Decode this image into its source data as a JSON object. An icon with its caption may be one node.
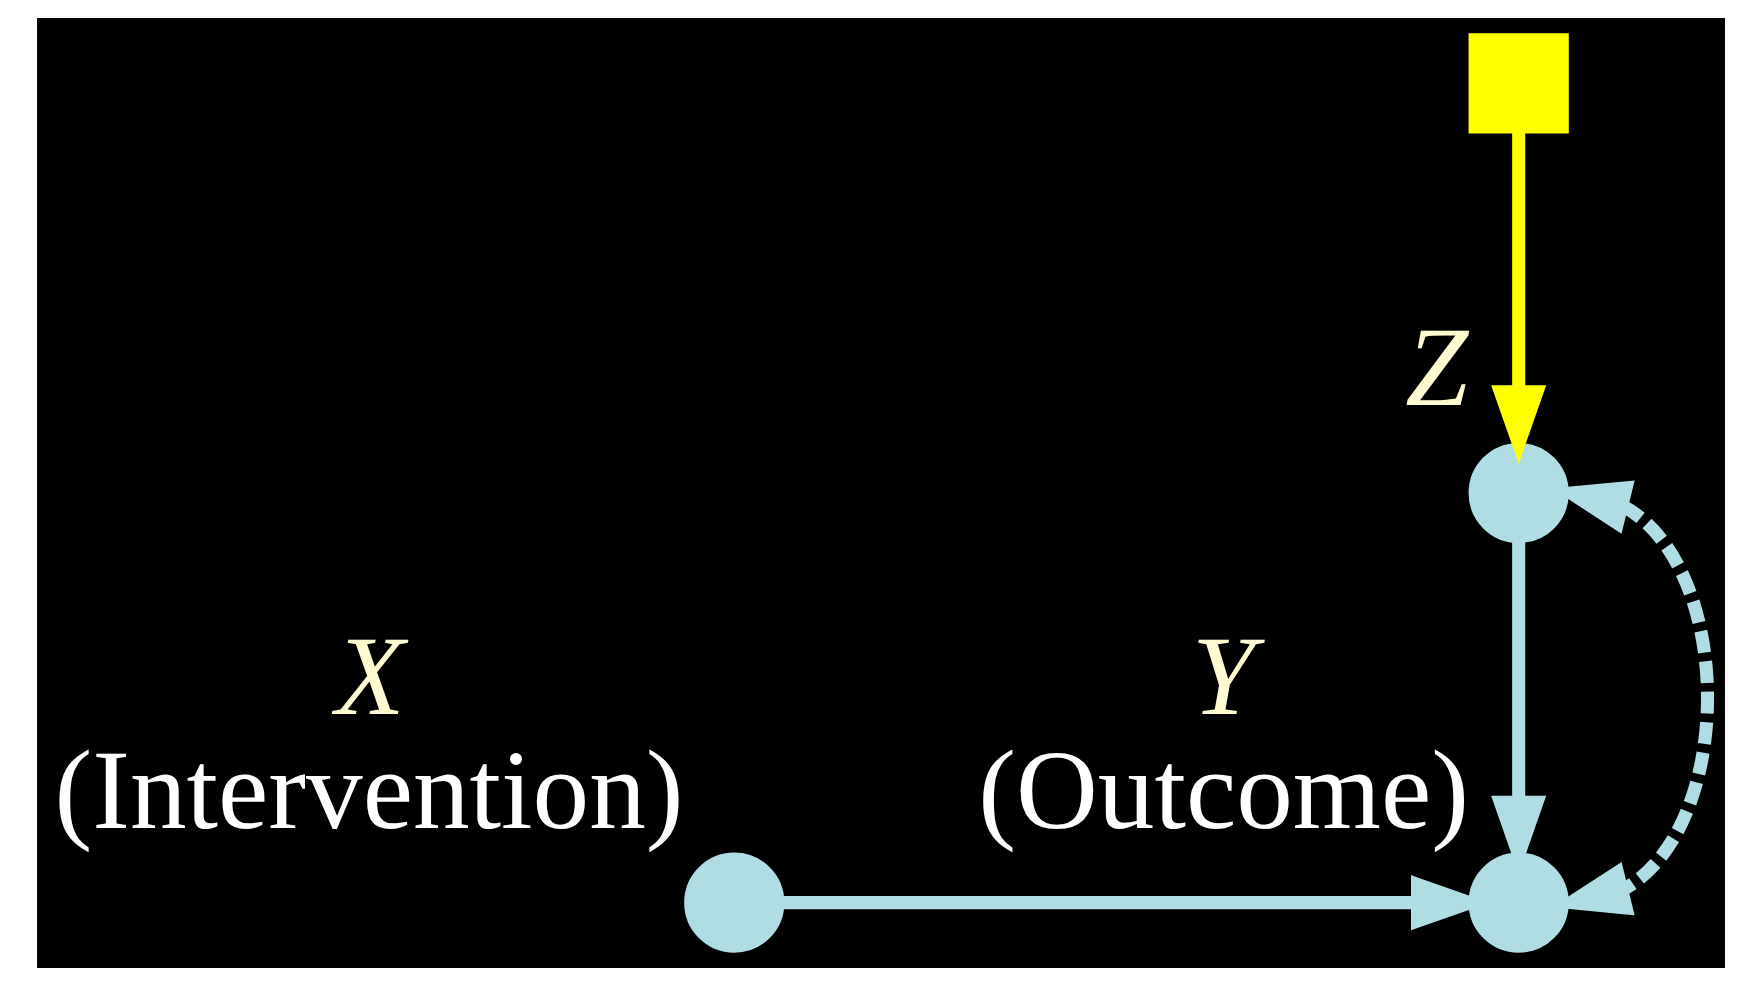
{
  "diagram": {
    "nodes": [
      {
        "text": [],
        "shape": "box"
      },
      {
        "text": [
          "Z"
        ]
      },
      {
        "text": [
          "X"
        ],
        "beside": [
          "(Intervention)"
        ]
      },
      {
        "text": [
          "Y"
        ],
        "beside": [
          "(Outcome)"
        ]
      }
    ],
    "edges": [
      {
        "from": 0,
        "to": 1,
        "arrow": "to",
        "color": "#ffff00"
      },
      {
        "from": 1,
        "to": 3,
        "arrow": "to"
      },
      {
        "from": 2,
        "to": 3,
        "arrow": "to"
      },
      {
        "from": 1,
        "to": 3,
        "arrow": "both",
        "style": "dashed"
      }
    ]
  }
}
